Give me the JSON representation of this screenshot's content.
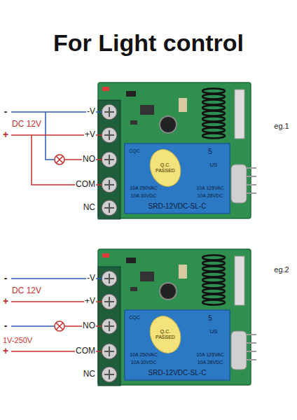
{
  "diagram": {
    "title": "For Light control",
    "labels": [
      "-",
      "DC 12V",
      "+",
      "-V",
      "+V",
      "NO",
      "COM",
      "NC",
      "SRD-12VDC-SL-C",
      "Q.C. PASSED",
      "CQC",
      "5",
      "US",
      "10A 250VAC",
      "10A 125VAC",
      "10A 30VDC",
      "10A 28VDC",
      "eg.1",
      "-",
      "DC 12V",
      "+",
      "-",
      "1V-250V",
      "+",
      "-V",
      "+V",
      "NO",
      "COM",
      "NC",
      "SRD-12VDC-SL-C",
      "Q.C. PASSED",
      "CQC",
      "5",
      "US",
      "10A 250VAC",
      "10A 125VAC",
      "10A 30VDC",
      "10A 28VDC",
      "eg.2"
    ]
  }
}
